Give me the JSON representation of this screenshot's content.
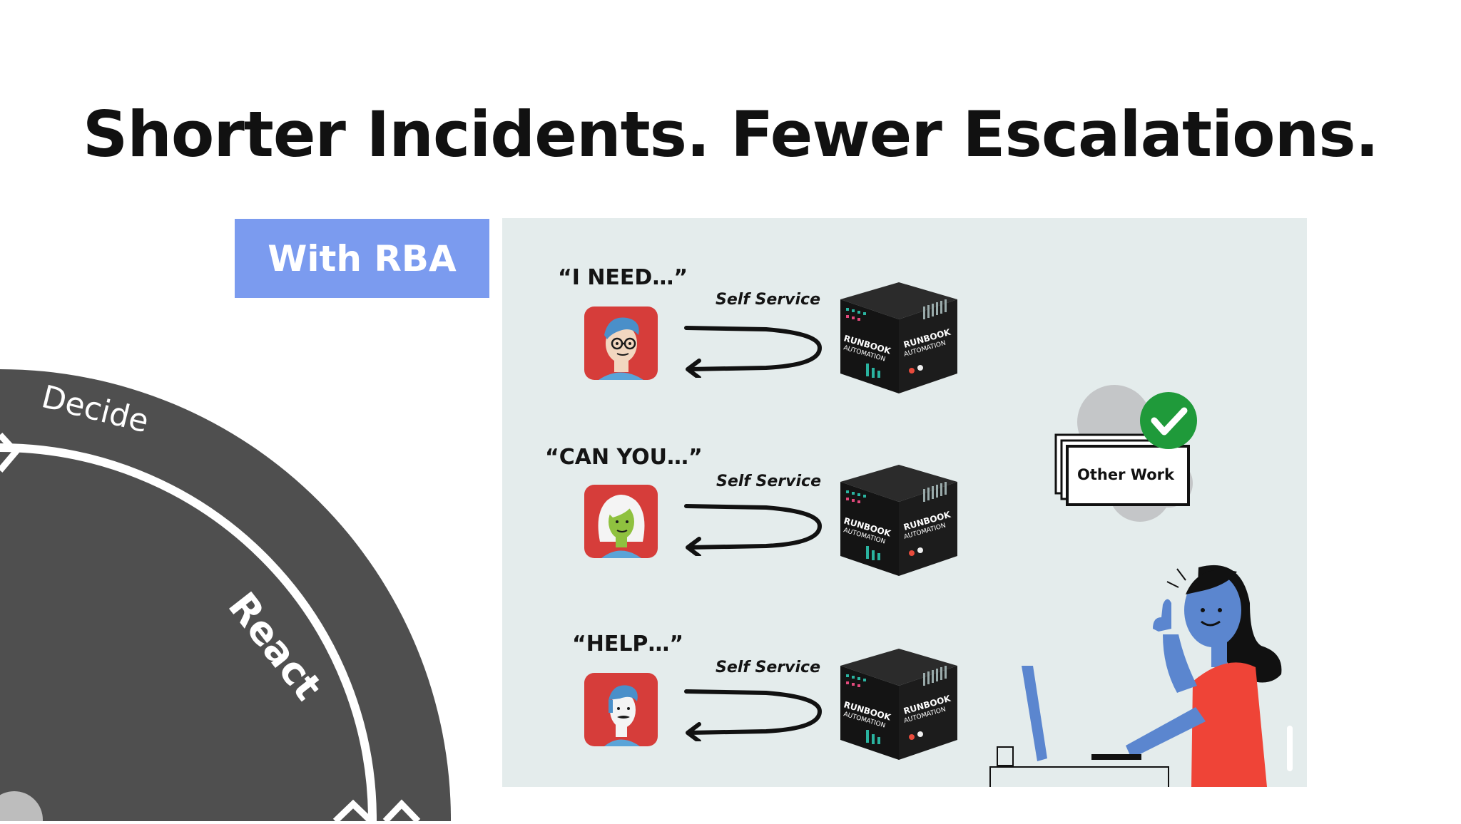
{
  "title": "Shorter Incidents. Fewer Escalations.",
  "badge": {
    "label": "With RBA",
    "color": "#7b9bef"
  },
  "cycle": {
    "segment_decide": "Decide",
    "segment_react": "React",
    "color": "#4f4f4f"
  },
  "requests": [
    {
      "quote": "“I NEED…”",
      "channel": "Self Service",
      "avatar_icon": "man-glasses-icon"
    },
    {
      "quote": "“CAN YOU…”",
      "channel": "Self Service",
      "avatar_icon": "woman-red-hair-icon"
    },
    {
      "quote": "“HELP…”",
      "channel": "Self Service",
      "avatar_icon": "man-mustache-icon"
    }
  ],
  "runbook_box": {
    "label_line1": "RUNBOOK",
    "label_line2": "AUTOMATION"
  },
  "other_work": {
    "label": "Other Work",
    "check_color": "#1f9a3a"
  },
  "colors": {
    "panel_bg": "#e4ecec",
    "avatar_bg": "#d63d3a",
    "worker_skin": "#5b86cf",
    "worker_shirt": "#ef4437"
  }
}
